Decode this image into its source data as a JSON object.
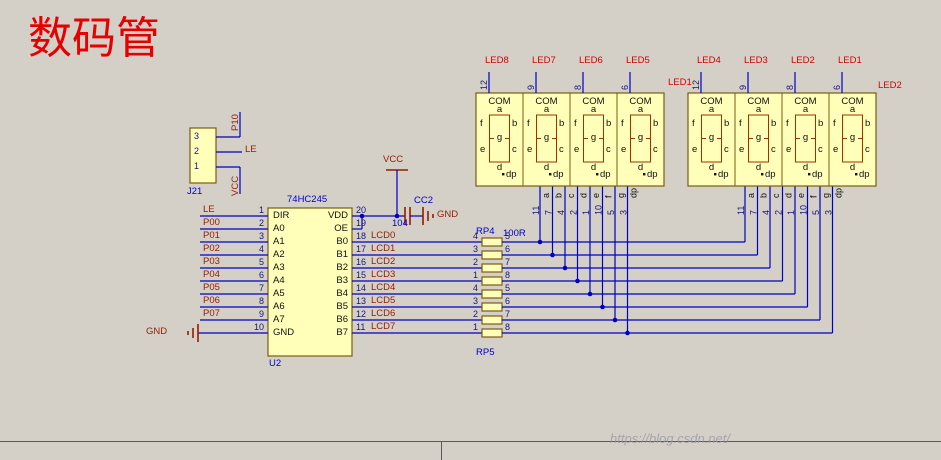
{
  "title": "数码管",
  "watermark": "https://blog.csdn.net/",
  "colors": {
    "background": "#d4d0c8",
    "wire": "#0000c0",
    "component_fill": "#ffffb9",
    "component_border": "#7c5b10",
    "segment_outline": "#993300",
    "net_label": "#941c00",
    "pin_number": "#16167a",
    "designator": "#0000c8",
    "title_red": "#e60000"
  },
  "j21": {
    "designator": "J21",
    "pin_numbers": [
      "3",
      "2",
      "1"
    ],
    "net_labels": {
      "top": "P10",
      "middle": "LE",
      "bottom": "VCC"
    }
  },
  "u2": {
    "designator": "U2",
    "part": "74HC245",
    "left_nets": [
      "LE",
      "P00",
      "P01",
      "P02",
      "P03",
      "P04",
      "P05",
      "P06",
      "P07"
    ],
    "left_pins": [
      "1",
      "2",
      "3",
      "4",
      "5",
      "6",
      "7",
      "8",
      "9",
      "10"
    ],
    "left_names": [
      "DIR",
      "A0",
      "A1",
      "A2",
      "A3",
      "A4",
      "A5",
      "A6",
      "A7",
      "GND"
    ],
    "right_names": [
      "VDD",
      "OE",
      "B0",
      "B1",
      "B2",
      "B3",
      "B4",
      "B5",
      "B6",
      "B7"
    ],
    "right_pins": [
      "20",
      "19",
      "18",
      "17",
      "16",
      "15",
      "14",
      "13",
      "12",
      "11"
    ],
    "right_nets": [
      "LCD0",
      "LCD1",
      "LCD2",
      "LCD3",
      "LCD4",
      "LCD5",
      "LCD6",
      "LCD7"
    ]
  },
  "power": {
    "vcc_label": "VCC",
    "cap_designator": "CC2",
    "cap_value": "104",
    "gnd_label": "GND"
  },
  "rpack": {
    "rp4": "RP4",
    "value": "100R",
    "rp5": "RP5",
    "left_pins": [
      "4",
      "3",
      "2",
      "1",
      "4",
      "3",
      "2",
      "1"
    ],
    "right_pins": [
      "5",
      "6",
      "7",
      "8",
      "5",
      "6",
      "7",
      "8"
    ]
  },
  "displays": {
    "designators": [
      "LED1",
      "LED2"
    ],
    "com_label": "COM",
    "com_pin_numbers": [
      "12",
      "9",
      "8",
      "6"
    ],
    "group_nets": [
      [
        "LED8",
        "LED7",
        "LED6",
        "LED5"
      ],
      [
        "LED4",
        "LED3",
        "LED2",
        "LED1"
      ]
    ],
    "segment_letters": {
      "a": "a",
      "b": "b",
      "c": "c",
      "d": "d",
      "e": "e",
      "f": "f",
      "g": "g",
      "dp": "dp"
    },
    "bottom_pin_letters": [
      "a",
      "b",
      "c",
      "d",
      "e",
      "f",
      "g",
      "dp"
    ],
    "bottom_pin_numbers": [
      "11",
      "7",
      "4",
      "2",
      "1",
      "10",
      "5",
      "3"
    ]
  }
}
